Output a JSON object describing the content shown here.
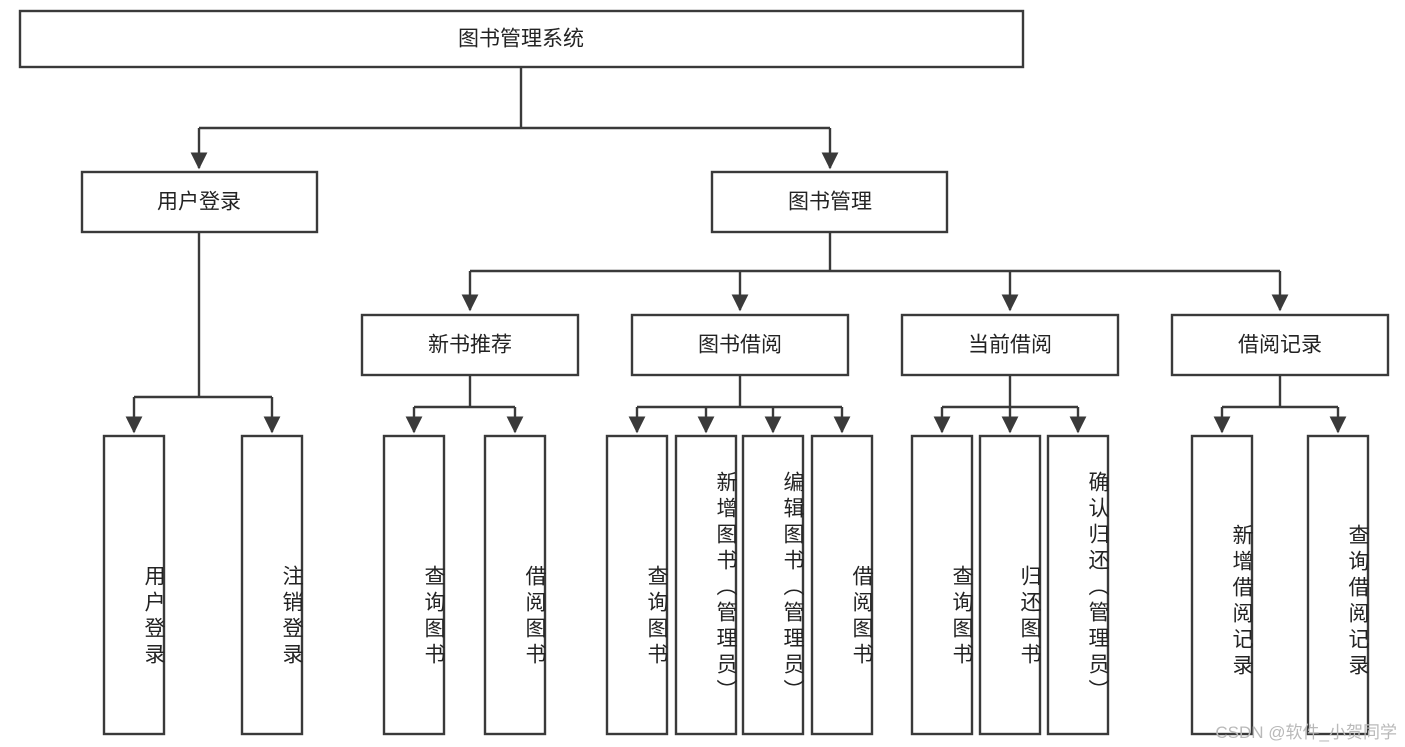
{
  "diagram": {
    "type": "tree",
    "title": "图书管理系统",
    "root": {
      "label": "图书管理系统"
    },
    "level2": [
      {
        "label": "用户登录"
      },
      {
        "label": "图书管理"
      }
    ],
    "level3": [
      {
        "label": "新书推荐"
      },
      {
        "label": "图书借阅"
      },
      {
        "label": "当前借阅"
      },
      {
        "label": "借阅记录"
      }
    ],
    "leaves": {
      "user_login": [
        {
          "label": "用户登录"
        },
        {
          "label": "注销登录"
        }
      ],
      "new_book_recommend": [
        {
          "label": "查询图书"
        },
        {
          "label": "借阅图书"
        }
      ],
      "book_borrow": [
        {
          "label": "查询图书"
        },
        {
          "label": "新增图书（管理员）"
        },
        {
          "label": "编辑图书（管理员）"
        },
        {
          "label": "借阅图书"
        }
      ],
      "current_borrow": [
        {
          "label": "查询图书"
        },
        {
          "label": "归还图书"
        },
        {
          "label": "确认归还（管理员）"
        }
      ],
      "borrow_record": [
        {
          "label": "新增借阅记录"
        },
        {
          "label": "查询借阅记录"
        }
      ]
    }
  },
  "watermark": {
    "text": "CSDN @软件_小贺同学"
  },
  "colors": {
    "box_stroke": "#3a3a3a",
    "box_fill": "#ffffff",
    "text": "#232323",
    "watermark": "#b9b9b9",
    "background": "#ffffff"
  }
}
